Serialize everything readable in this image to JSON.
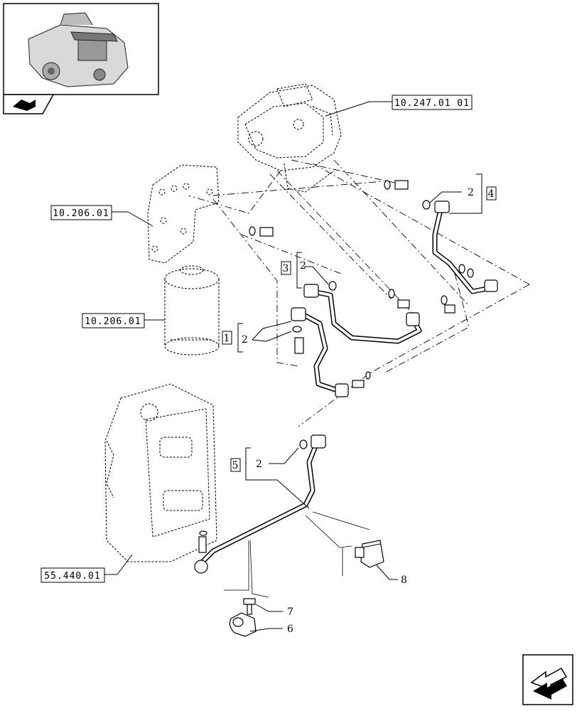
{
  "references": {
    "pump_ref": "10.247.01 01",
    "bracket_ref": "10.206.01",
    "filter_ref": "10.206.01",
    "ecu_ref": "55.440.01"
  },
  "item_numbers": {
    "pipe_1": "1",
    "pipe_3": "3",
    "pipe_4": "4",
    "pipe_5": "5",
    "washer_a": "2",
    "washer_b": "2",
    "washer_c": "2",
    "washer_d": "2",
    "screw": "7",
    "clamp": "6",
    "sensor": "8"
  },
  "icons": {
    "thumbnail": "engine-thumbnail-icon",
    "section": "section-book-icon",
    "next": "next-page-arrow-icon"
  }
}
